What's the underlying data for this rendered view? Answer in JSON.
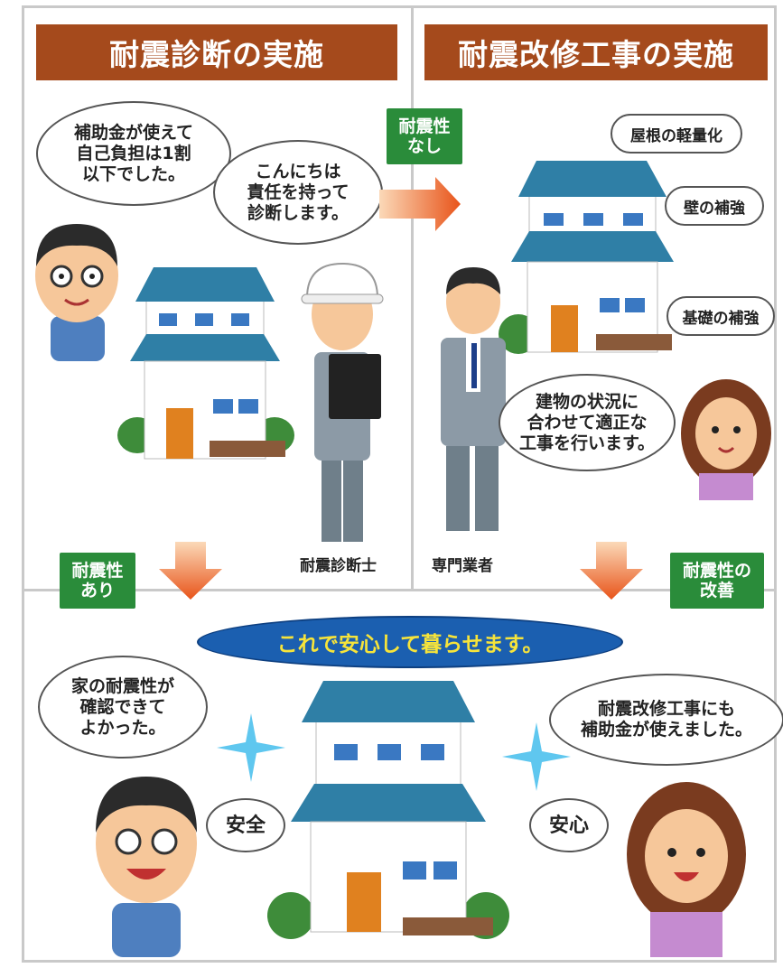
{
  "headers": {
    "left": "耐震診断の実施",
    "right": "耐震改修工事の実施"
  },
  "tags": {
    "no_resistance": [
      "耐震性",
      "なし"
    ],
    "has_resistance": [
      "耐震性",
      "あり"
    ],
    "improved": [
      "耐震性の",
      "改善"
    ]
  },
  "bubbles": {
    "subsidy_diagnosis": [
      "補助金が使えて",
      "自己負担は1割",
      "以下でした。"
    ],
    "inspector": [
      "こんにちは",
      "責任を持って",
      "診断します。"
    ],
    "contractor": [
      "建物の状況に",
      "合わせて適正な",
      "工事を行います。"
    ],
    "man_happy": [
      "家の耐震性が",
      "確認できて",
      "よかった。"
    ],
    "woman_happy": [
      "耐震改修工事にも",
      "補助金が使えました。"
    ]
  },
  "labels": {
    "roof": "屋根の軽量化",
    "wall": "壁の補強",
    "foundation": "基礎の補強",
    "safe": "安全",
    "relief": "安心"
  },
  "captions": {
    "inspector": "耐震診断士",
    "contractor": "専門業者"
  },
  "banner_message": "これで安心して暮らせます。",
  "colors": {
    "header_bg": "#a54a1c",
    "tag_bg": "#2a8c3a",
    "arrow": "#e8541a",
    "roof": "#2f7fa6",
    "message_bg": "#1b5fb0",
    "message_text": "#f7e43a"
  }
}
